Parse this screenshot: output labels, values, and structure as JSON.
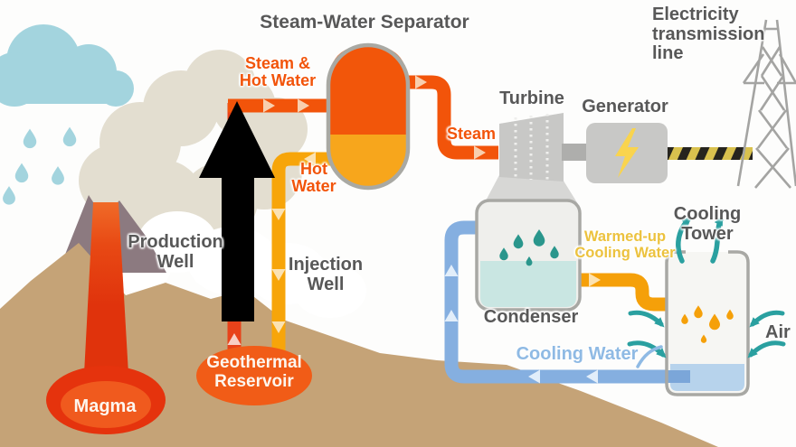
{
  "diagram": {
    "title": "Steam-Water Separator",
    "type": "geothermal-power-plant-schematic"
  },
  "labels": {
    "separator_title": "Steam-Water Separator",
    "steam_hot_water": "Steam &\nHot Water",
    "hot_water": "Hot\nWater",
    "steam": "Steam",
    "turbine": "Turbine",
    "generator": "Generator",
    "electricity": "Electricity\ntransmission\nline",
    "production_well": "Production\nWell",
    "injection_well": "Injection\nWell",
    "geothermal_reservoir": "Geothermal\nReservoir",
    "magma": "Magma",
    "condenser": "Condenser",
    "cooling_tower": "Cooling\nTower",
    "warmed_up": "Warmed-up\nCooling Water",
    "cooling_water": "Cooling Water",
    "air": "Air"
  },
  "colors": {
    "steam_pipe_red": "#f2540a",
    "hot_water_orange": "#f7a50a",
    "cooling_water_blue": "#85afe0",
    "warmed_water_orange": "#f5a009",
    "vapor_teal": "#2aa0a0",
    "label_gray": "#585858",
    "magma_red": "#e5330d",
    "reservoir_orange": "#f15c17",
    "mountain_tan": "#c5a377",
    "volcano_gray": "#8c7a80",
    "rain_cloud_blue": "#a3d4de",
    "steam_cloud_beige": "#e3ded0",
    "equipment_gray": "#c8c8c6",
    "lightning_yellow": "#f9d44e",
    "flow_arrow_black": "#000000"
  }
}
